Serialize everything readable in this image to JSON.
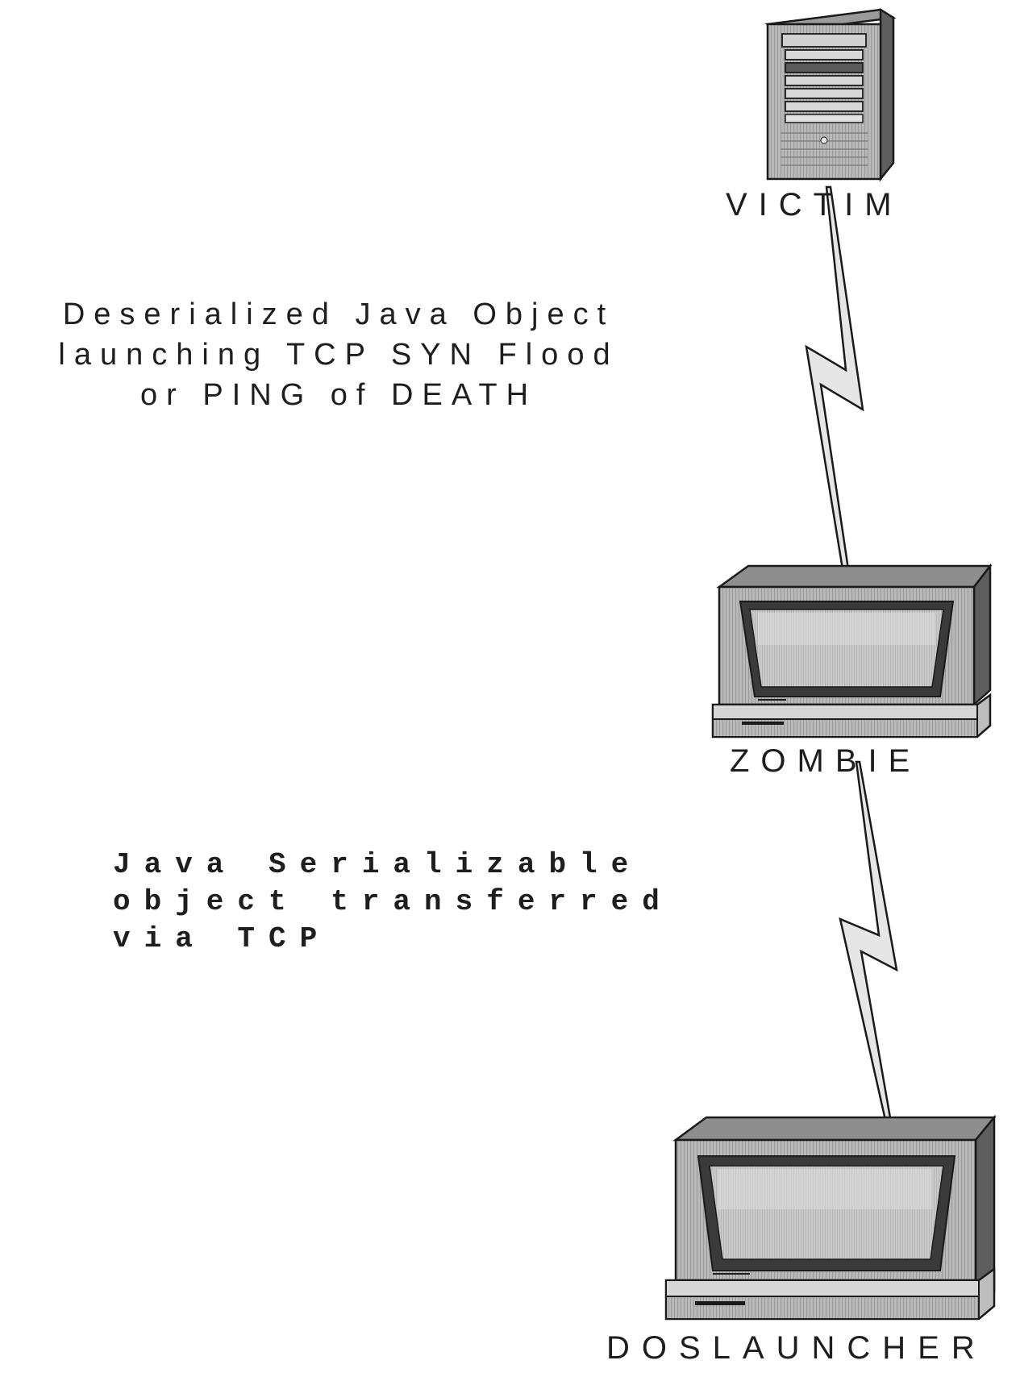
{
  "nodes": {
    "victim": {
      "label": "VICTIM",
      "icon": "server-tower-icon"
    },
    "zombie": {
      "label": "ZOMBIE",
      "icon": "desktop-computer-icon"
    },
    "launcher": {
      "label": "DOSLAUNCHER",
      "icon": "desktop-computer-icon"
    }
  },
  "links": [
    {
      "from": "zombie",
      "to": "victim",
      "type": "lightning-bolt"
    },
    {
      "from": "launcher",
      "to": "zombie",
      "type": "lightning-bolt"
    }
  ],
  "captions": {
    "attack": [
      "Deserialized Java Object",
      "launching TCP SYN Flood",
      "or PING of DEATH"
    ],
    "transfer": [
      "Java Serializable",
      "object transferred",
      "via TCP"
    ]
  },
  "colors": {
    "device_body": "#bdbdbd",
    "device_dark": "#6f6f6f",
    "link_fill": "#e8e8e8",
    "outline": "#1a1a1a"
  }
}
